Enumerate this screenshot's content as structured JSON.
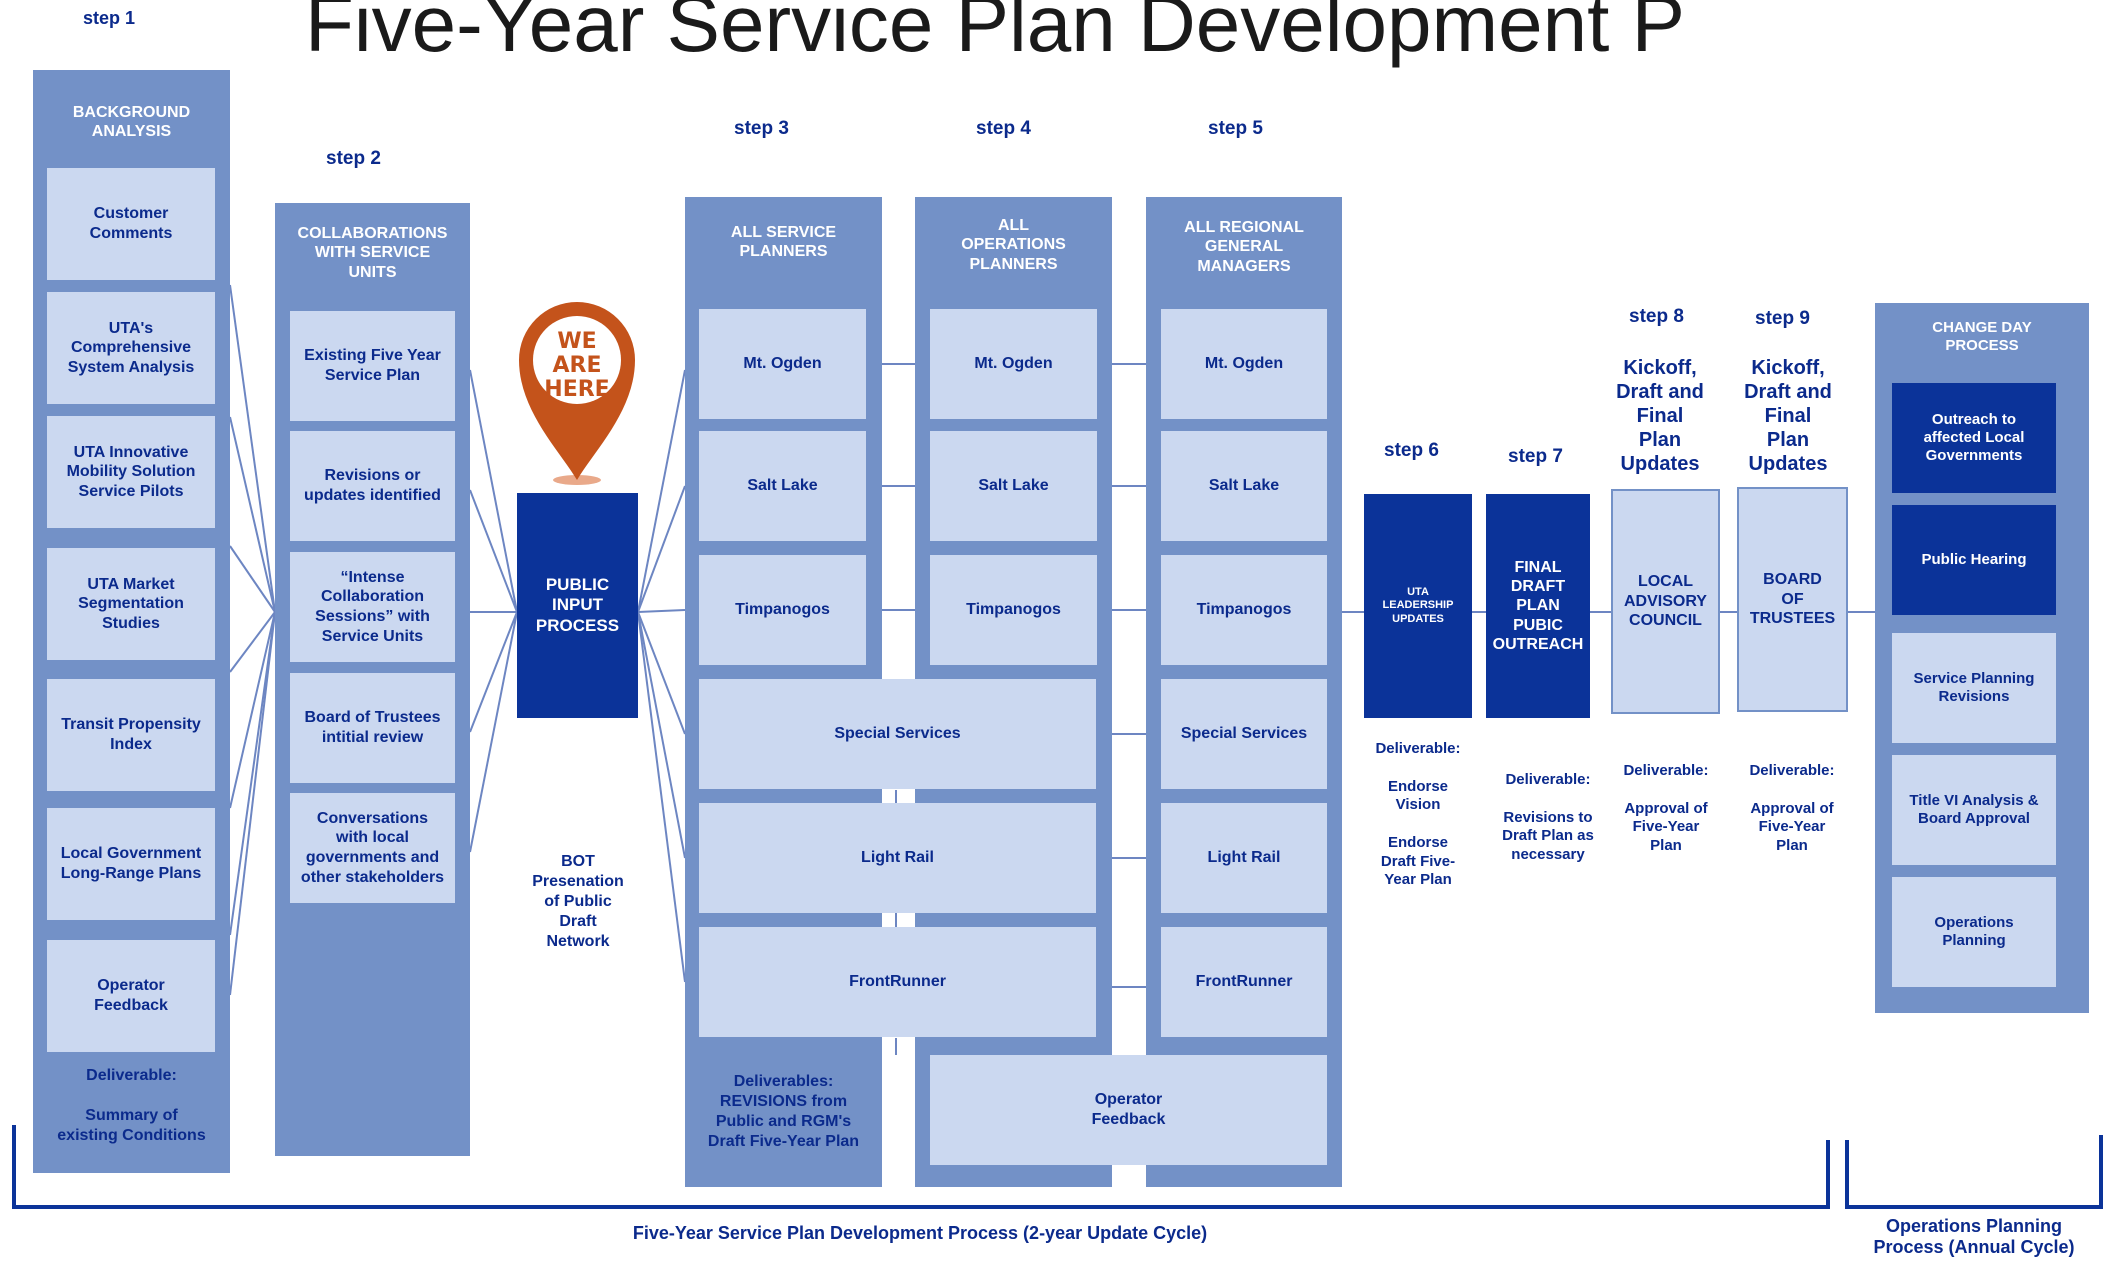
{
  "title": "Five-Year Service Plan Development P",
  "steps": {
    "s1": "step 1",
    "s2": "step 2",
    "s3": "step 3",
    "s4": "step 4",
    "s5": "step 5",
    "s6": "step 6",
    "s7": "step 7",
    "s8": "step 8",
    "s9": "step 9"
  },
  "step1": {
    "header": "BACKGROUND\nANALYSIS",
    "items": [
      "Customer\nComments",
      "UTA's\nComprehensive\nSystem Analysis",
      "UTA Innovative\nMobility Solution\nService Pilots",
      "UTA Market\nSegmentation\nStudies",
      "Transit Propensity\nIndex",
      "Local Government\nLong-Range Plans",
      "Operator\nFeedback"
    ],
    "deliverable": "Deliverable:\n\nSummary of\nexisting Conditions"
  },
  "step2": {
    "header": "COLLABORATIONS\nWITH SERVICE\nUNITS",
    "items": [
      "Existing Five Year\nService Plan",
      "Revisions or\nupdates identified",
      "“Intense\nCollaboration\nSessions” with\nService Units",
      "Board of Trustees\nintitial review",
      "Conversations\nwith local\ngovernments and\nother stakeholders"
    ]
  },
  "pin": {
    "text": "WE ARE\nHERE",
    "color": "#c4531b"
  },
  "public_input": "PUBLIC\nINPUT\nPROCESS",
  "bot_note": "BOT\nPresenation\nof Public\nDraft\nNetwork",
  "step3": {
    "header": "ALL SERVICE\nPLANNERS",
    "items": [
      "Mt. Ogden",
      "Salt Lake",
      "Timpanogos"
    ],
    "deliverable": "Deliverables:\nREVISIONS from\nPublic and RGM's\nDraft Five-Year Plan"
  },
  "step4": {
    "header": "ALL\nOPERATIONS\nPLANNERS",
    "items": [
      "Mt. Ogden",
      "Salt Lake",
      "Timpanogos"
    ]
  },
  "step5": {
    "header": "ALL REGIONAL\nGENERAL\nMANAGERS",
    "items": [
      "Mt. Ogden",
      "Salt Lake",
      "Timpanogos",
      "Special Services",
      "Light Rail",
      "FrontRunner"
    ]
  },
  "shared": {
    "special": "Special Services",
    "light_rail": "Light Rail",
    "frontrunner": "FrontRunner",
    "operator_feedback": "Operator\nFeedback"
  },
  "step6": {
    "box": "UTA\nLEADERSHIP\nUPDATES",
    "deliverable": "Deliverable:\n\nEndorse\nVision\n\nEndorse\nDraft Five-\nYear Plan"
  },
  "step7": {
    "box": "FINAL\nDRAFT\nPLAN\nPUBIC\nOUTREACH",
    "deliverable": "Deliverable:\n\nRevisions to\nDraft Plan as\nnecessary"
  },
  "step8": {
    "subtitle": "Kickoff,\nDraft and\nFinal\nPlan\nUpdates",
    "box": "LOCAL\nADVISORY\nCOUNCIL",
    "deliverable": "Deliverable:\n\nApproval of\nFive-Year\nPlan"
  },
  "step9": {
    "subtitle": "Kickoff,\nDraft and\nFinal\nPlan\nUpdates",
    "box": "BOARD\nOF\nTRUSTEES",
    "deliverable": "Deliverable:\n\nApproval of\nFive-Year\nPlan"
  },
  "change_day": {
    "header": "CHANGE DAY\nPROCESS",
    "dark_items": [
      "Outreach to\naffected Local\nGovernments",
      "Public Hearing"
    ],
    "items": [
      "Service Planning\nRevisions",
      "Title VI Analysis &\nBoard Approval",
      "Operations\nPlanning"
    ]
  },
  "brackets": {
    "main": "Five-Year Service Plan Development Process (2-year Update Cycle)",
    "ops": "Operations Planning\nProcess (Annual Cycle)"
  },
  "colors": {
    "column": "#7391c7",
    "box": "#cbd8f0",
    "dark": "#0b3399",
    "navy_text": "#0b2a8c",
    "line": "#6d86c2",
    "bracket": "#0b3399"
  }
}
